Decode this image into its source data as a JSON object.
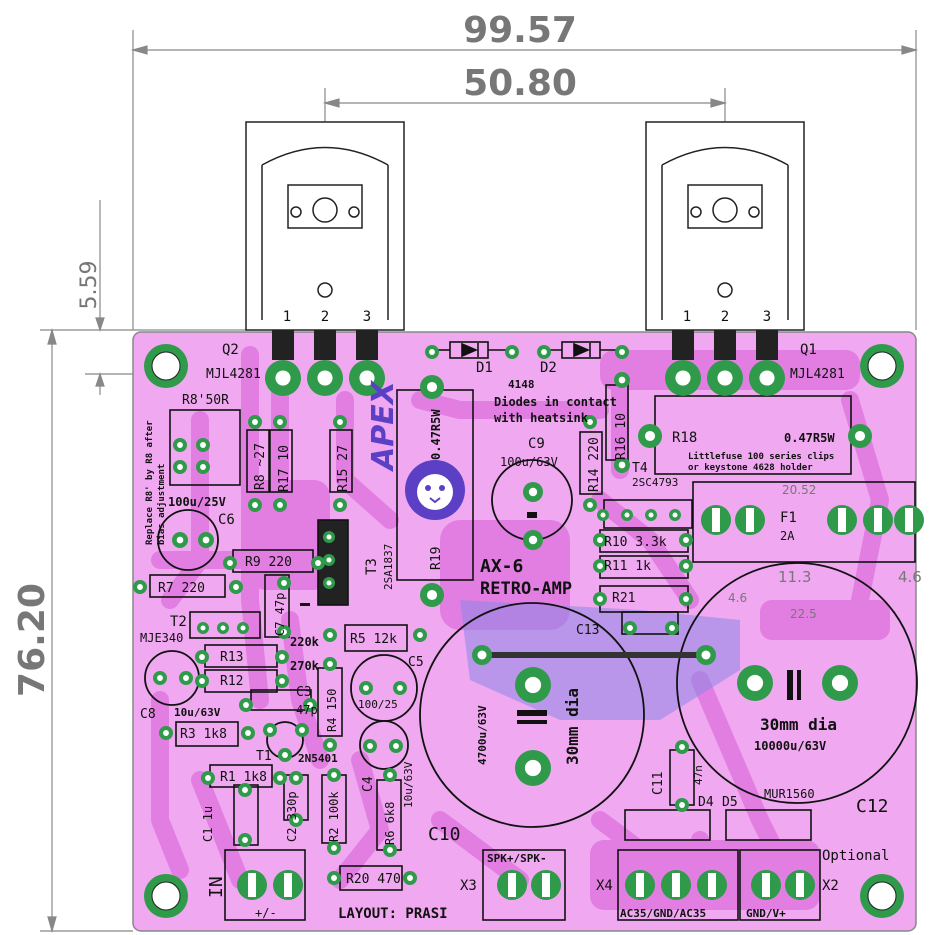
{
  "dimensions": {
    "overall_width": "99.57",
    "transistor_spacing": "50.80",
    "tab_offset": "5.59",
    "overall_height": "76.20",
    "fuse_holder_width": "20.52",
    "cap_dim_a": "11.3",
    "cap_dim_b": "4.6",
    "cap_dim_c": "4.6",
    "cap_dim_d": "22.5"
  },
  "pin_numbers": [
    "1",
    "2",
    "3"
  ],
  "components": {
    "q2": {
      "ref": "Q2",
      "part": "MJL4281"
    },
    "q1": {
      "ref": "Q1",
      "part": "MJL4281"
    },
    "d1": "D1",
    "d2": "D2",
    "diode_part": "4148",
    "diode_note_1": "Diodes in contact",
    "diode_note_2": "with heatsink",
    "r8p": "R8'50R",
    "r8_note_1": "Replace R8' by R8 after",
    "r8_note_2": "bias adjustment",
    "r8": "R8 ~27",
    "r17": "R17 10",
    "r15": "R15 27",
    "r19": "R19",
    "r19_val": "0.47R5W",
    "brand": "APEX",
    "c9": "C9",
    "c9_val": "100u/63V",
    "r14": "R14 220",
    "r16": "R16 10",
    "r18": "R18",
    "r18_val": "0.47R5W",
    "fuse_note_1": "Littlefuse 100 series clips",
    "fuse_note_2": "or keystone 4628 holder",
    "t4": "T4",
    "t4_part": "2SC4793",
    "f1": "F1",
    "f1_val": "2A",
    "c6_val": "100u/25V",
    "c6": "C6",
    "r9": "R9 220",
    "t3": "T3",
    "t3_part": "2SA1837",
    "r10": "R10 3.3k",
    "r11": "R11 1k",
    "r21": "R21",
    "title": "AX-6",
    "subtitle": "RETRO-AMP",
    "r7": "R7 220",
    "c7": "C7 47p",
    "t2": "T2",
    "t2_part": "MJE340",
    "c13": "C13",
    "r5": "R5 12k",
    "r13_val": "220k",
    "r13": "R13",
    "r12_val": "270k",
    "r12": "R12",
    "c5": "C5",
    "c5_val": "100/25",
    "c3": "C3",
    "c3_val": "47p",
    "r4": "R4 150",
    "c8": "C8",
    "c8_val": "10u/63V",
    "r3": "R3 1k8",
    "t1": "T1",
    "t1_part": "2N5401",
    "c4": "C4",
    "c4_val": "10u/63V",
    "r1": "R1 1k8",
    "c1": "C1 1u",
    "c2": "C2 330p",
    "r2": "R2 100k",
    "r6": "R6 6k8",
    "c10": "C10",
    "c10_val": "4700u/63V",
    "c10_dia": "30mm dia",
    "c12": "C12",
    "c12_val": "10000u/63V",
    "c12_dia": "30mm dia",
    "c11": "C11",
    "c11_val": "47n",
    "d4": "D4",
    "d5": "D5",
    "mur": "MUR1560",
    "optional": "Optional",
    "r20": "R20 470",
    "in_label": "IN",
    "in_pins": "+/-",
    "layout_credit": "LAYOUT: PRASI",
    "x3": "X3",
    "x3_label": "SPK+/SPK-",
    "x4": "X4",
    "x4_label": "AC35/GND/AC35",
    "x2": "X2",
    "x2_label": "GND/V+"
  },
  "colors": {
    "board": "#f0a8f0",
    "copper": "#e27ee2",
    "pad": "#2f9a4a",
    "drill": "#ffffff",
    "silk": "#111111",
    "zone": "#8c86e6"
  }
}
